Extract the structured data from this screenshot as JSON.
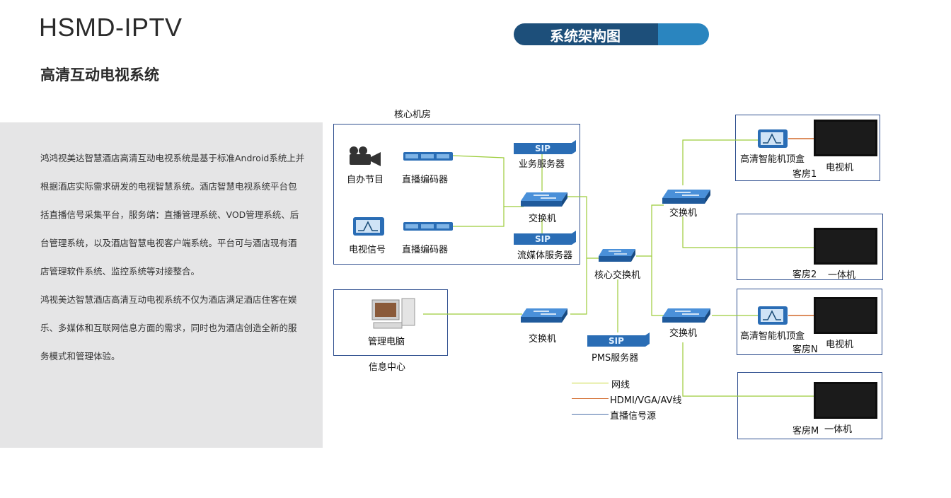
{
  "header": {
    "brand": "HSMD-IPTV",
    "subtitle": "高清互动电视系统",
    "badge": "系统架构图"
  },
  "description": {
    "lines": [
      "鸿鸿视美达智慧酒店高清互动电视系统是基于标准Android系统上并",
      "根据酒店实际需求研发的电视智慧系统。酒店智慧电视系统平台包",
      "括直播信号采集平台，服务端：直播管理系统、VOD管理系统、后",
      "台管理系统，以及酒店智慧电视客户端系统。平台可与酒店现有酒",
      "店管理软件系统、监控系统等对接整合。",
      "鸿视美达智慧酒店高清互动电视系统不仅为酒店满足酒店住客在娱",
      "乐、多媒体和互联网信息方面的需求，同时也为酒店创造全新的服",
      "务模式和管理体验。"
    ]
  },
  "diagram": {
    "core_room": {
      "title": "核心机房",
      "self_program": "自办节目",
      "encoder_1": "直播编码器",
      "tv_signal": "电视信号",
      "encoder_2": "直播编码器",
      "business_server": "业务服务器",
      "switch": "交换机",
      "streaming_server": "流媒体服务器"
    },
    "core_switch": "核心交换机",
    "info_center": {
      "title": "信息中心",
      "mgmt_pc": "管理电脑",
      "switch": "交换机"
    },
    "pms_server": "PMS服务器",
    "floor_switch_1": "交换机",
    "floor_switch_2": "交换机",
    "rooms": [
      {
        "stb": "高清智能机顶盒",
        "room": "客房1",
        "tv": "电视机"
      },
      {
        "room": "客房2",
        "tv": "一体机"
      },
      {
        "stb": "高清智能机顶盒",
        "room": "客房N",
        "tv": "电视机"
      },
      {
        "room": "客房M",
        "tv": "一体机"
      }
    ],
    "legend": [
      {
        "label": "网线",
        "color": "#c8d83a"
      },
      {
        "label": "HDMI/VGA/AV线",
        "color": "#d2692a"
      },
      {
        "label": "直播信号源",
        "color": "#4a6ea8"
      }
    ],
    "colors": {
      "network": "#9ccc3a",
      "hdmi": "#d2692a",
      "signal": "#4a6ea8",
      "box": "#2f4f8f",
      "device": "#2a6db5"
    },
    "server_tag": "SIP"
  }
}
